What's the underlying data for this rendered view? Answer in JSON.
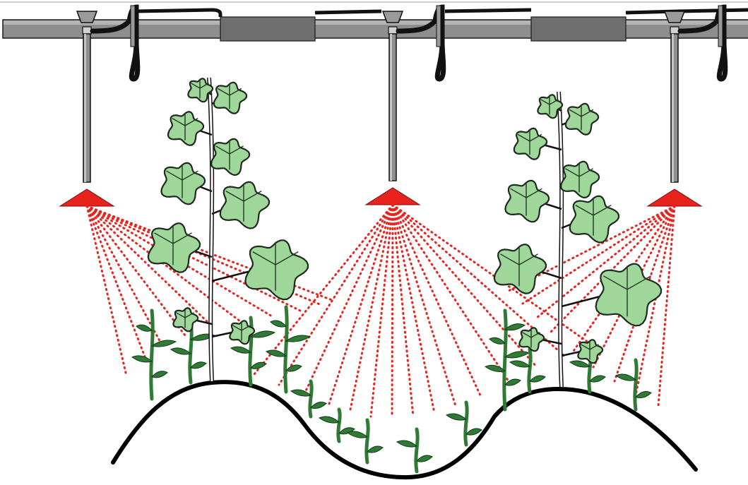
{
  "figure": {
    "subject": "over-the-row-spraying-setup",
    "spray_color": "#e8231e",
    "leaf_fill": "#9fd69a",
    "leaf_stroke": "#1e2a1e",
    "weed_color": "#2f7a35",
    "boom_color": "#8e8e8e",
    "ground_color": "#000000"
  },
  "nozzles": [
    {
      "id": "left",
      "icon": "flat-fan-nozzle"
    },
    {
      "id": "center",
      "icon": "flat-fan-nozzle"
    },
    {
      "id": "right",
      "icon": "flat-fan-nozzle"
    }
  ],
  "crop_plants": [
    {
      "id": "left-row",
      "icon": "cotton-plant"
    },
    {
      "id": "right-row",
      "icon": "cotton-plant"
    }
  ]
}
